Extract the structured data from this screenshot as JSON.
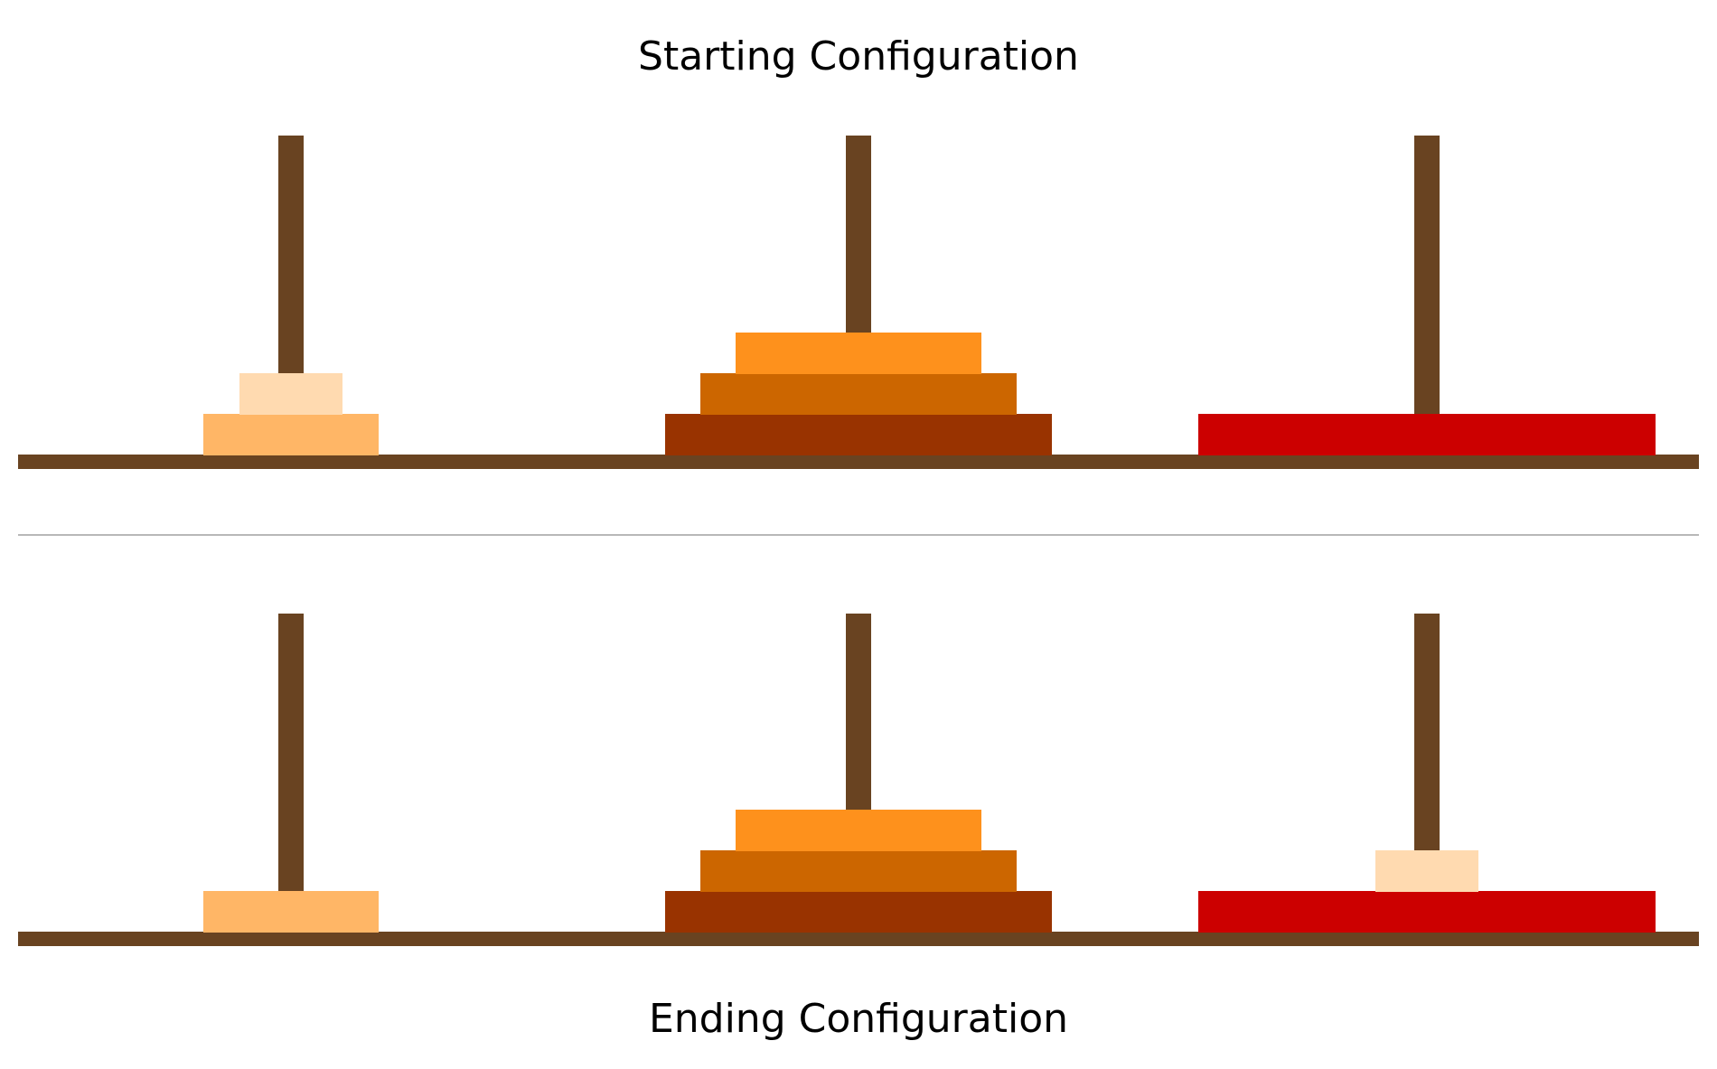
{
  "titles": {
    "start": "Starting Configuration",
    "end": "Ending Configuration"
  },
  "colors": {
    "peg": "#694321",
    "base": "#694321",
    "divider": "#a0a0a0",
    "disk_1": "#ffdab0",
    "disk_2": "#ffb666",
    "disk_3": "#fe911c",
    "disk_4": "#cc6600",
    "disk_5": "#993300",
    "disk_6": "#cc0000"
  },
  "configurations": {
    "start": [
      {
        "disks": [
          2,
          1
        ]
      },
      {
        "disks": [
          5,
          4,
          3
        ]
      },
      {
        "disks": [
          6
        ]
      }
    ],
    "end": [
      {
        "disks": [
          2
        ]
      },
      {
        "disks": [
          5,
          4,
          3
        ]
      },
      {
        "disks": [
          6,
          1
        ]
      }
    ]
  }
}
